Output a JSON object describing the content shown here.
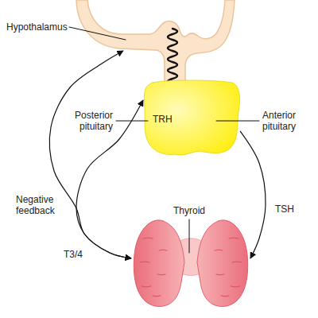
{
  "diagram": {
    "nodes": [
      {
        "text": [
          "Hypothalamus"
        ]
      },
      {
        "text": [
          "TRH"
        ]
      },
      {
        "text": [
          "Thyroid"
        ]
      }
    ],
    "edges": [
      {
        "from": 2,
        "to": 0,
        "arrow": "both"
      },
      {
        "from": 2,
        "to": 1,
        "arrow": "both"
      },
      {
        "from": 1,
        "to": 2,
        "label": "TSH",
        "arrow": "to"
      }
    ],
    "labels": [
      "Posterior pituitary",
      "Anterior pituitary",
      "Negative feedback",
      "T3/4"
    ]
  }
}
